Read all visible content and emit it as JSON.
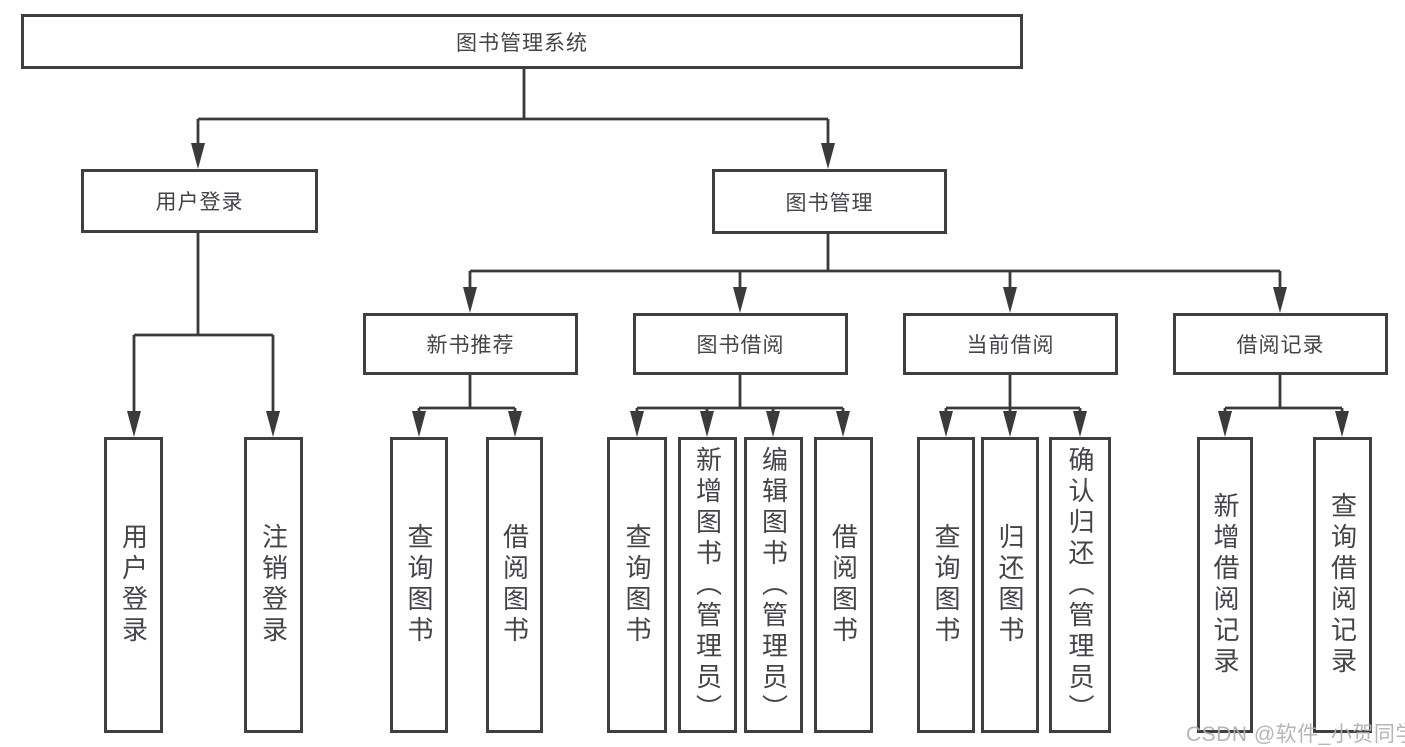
{
  "diagram": {
    "nodes": {
      "root": "图书管理系统",
      "login_branch": "用户登录",
      "book_mgmt": "图书管理",
      "new_book_rec": "新书推荐",
      "book_borrow": "图书借阅",
      "current_borrow": "当前借阅",
      "borrow_record": "借阅记录",
      "user_login": "用户登录",
      "logout_login": "注销登录",
      "nb_query_book": "查询图书",
      "nb_borrow_book": "借阅图书",
      "bb_query_book": "查询图书",
      "bb_add_book": "新增图书（管理员）",
      "bb_edit_book": "编辑图书（管理员）",
      "bb_borrow_book": "借阅图书",
      "cb_query_book": "查询图书",
      "cb_return_book": "归还图书",
      "cb_confirm_return": "确认归还（管理员）",
      "br_add_record": "新增借阅记录",
      "br_query_record": "查询借阅记录"
    },
    "colors": {
      "line": "#3a3a3a",
      "border": "#3f3f3f",
      "text": "#454549",
      "background": "#ffffff",
      "watermark": "#b0b0b0"
    },
    "watermark": "CSDN @软件_小贺同学"
  }
}
